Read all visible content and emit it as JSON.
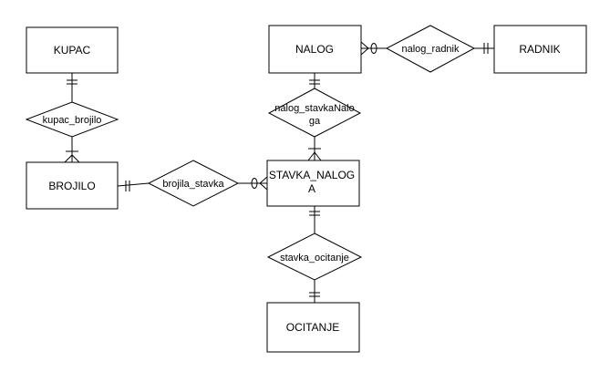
{
  "entities": {
    "kupac": "KUPAC",
    "brojilo": "BROJILO",
    "nalog": "NALOG",
    "radnik": "RADNIK",
    "stavka_naloga_line1": "STAVKA_NALOG",
    "stavka_naloga_line2": "A",
    "ocitanje": "OCITANJE"
  },
  "relationships": {
    "kupac_brojilo": "kupac_brojilo",
    "brojila_stavka": "brojila_stavka",
    "nalog_radnik": "nalog_radnik",
    "nalog_stavkanaloga_line1": "nalog_stavkaNalo",
    "nalog_stavkanaloga_line2": "ga",
    "stavka_ocitanje": "stavka_ocitanje"
  }
}
